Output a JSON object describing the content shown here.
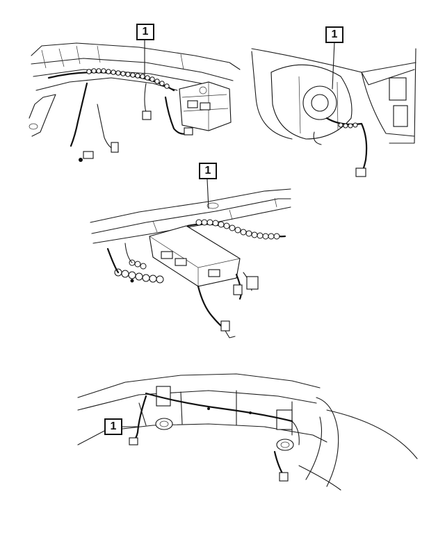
{
  "callouts": [
    {
      "label": "1"
    },
    {
      "label": "1"
    },
    {
      "label": "1"
    },
    {
      "label": "1"
    }
  ]
}
